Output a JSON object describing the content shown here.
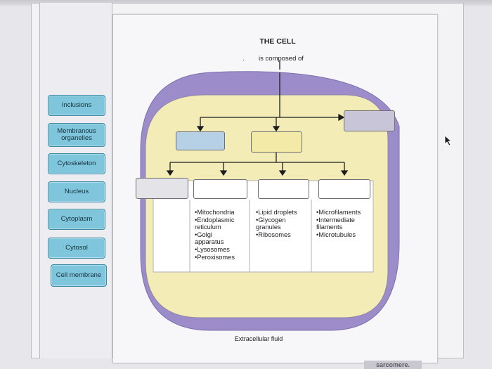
{
  "sidebar": {
    "labels": [
      "Inclusions",
      "Membranous organelles",
      "Cytoskeleton",
      "Nucleus",
      "Cytoplasm",
      "Cytosol",
      "Cell membrane"
    ]
  },
  "diagram": {
    "title": "THE CELL",
    "subtitle": "is composed of",
    "membranous_items": [
      "Mitochondria",
      "Endoplasmic reticulum",
      "Golgi apparatus",
      "Lysosomes",
      "Peroxisomes"
    ],
    "inclusion_items": [
      "Lipid droplets",
      "Glycogen granules",
      "Ribosomes"
    ],
    "cytoskeleton_items": [
      "Microfilaments",
      "Intermediate filaments",
      "Microtubules"
    ],
    "extracellular_label": "Extracellular fluid"
  },
  "colors": {
    "chip": "#7fc6dc",
    "membrane": "#9c8cc9",
    "cytoplasm": "#f3ecb6",
    "blue_box": "#b6d0e6",
    "purple_box": "#c9c5d9",
    "yellow_box": "#f3eaa8"
  },
  "footer": {
    "partial_text": "sarcomere."
  }
}
